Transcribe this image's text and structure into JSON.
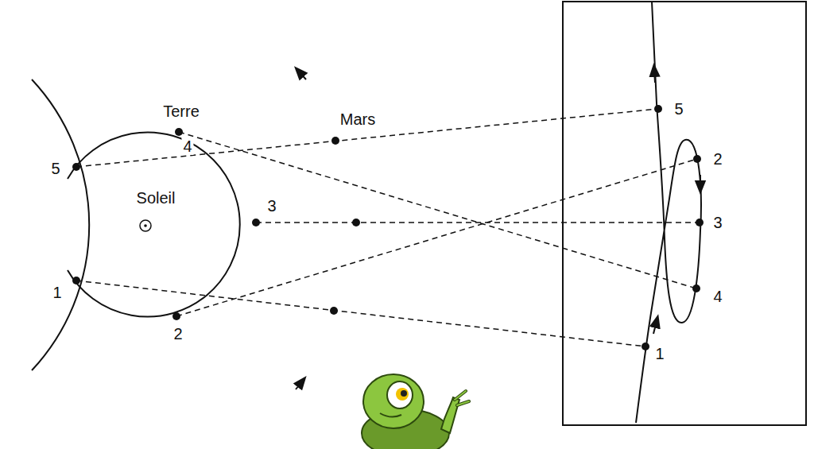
{
  "diagram": {
    "labels": [
      "Terre",
      "Mars",
      "5",
      "4",
      "Soleil",
      "3",
      "1",
      "2",
      "5",
      "2",
      "3",
      "4",
      "1"
    ]
  }
}
